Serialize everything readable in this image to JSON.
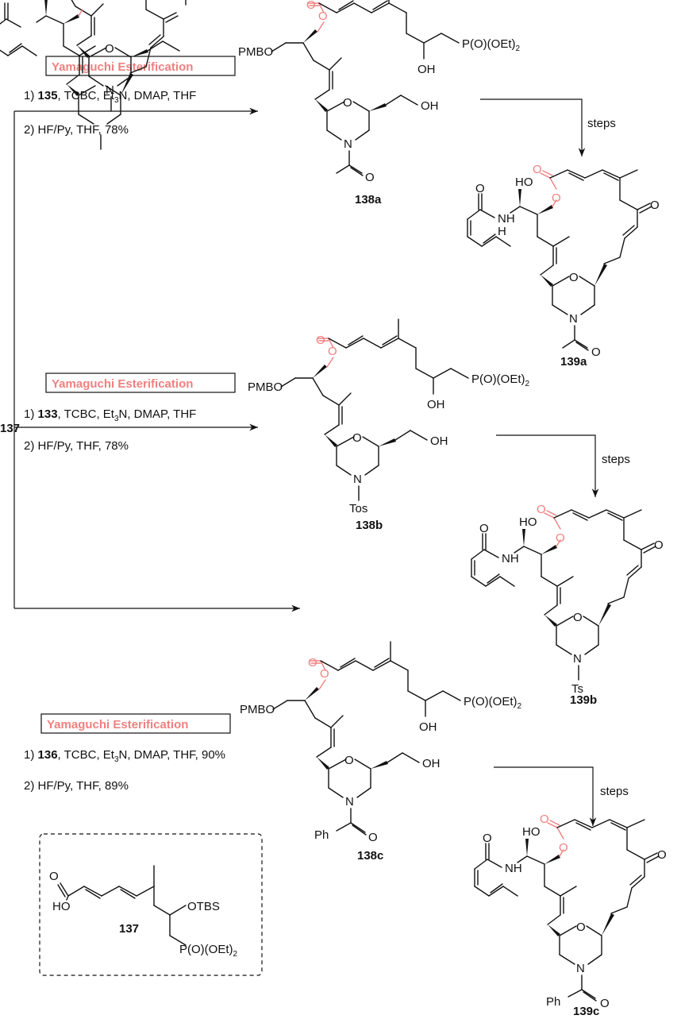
{
  "start_label": "137",
  "reagent_box": {
    "title": "Yamaguchi Esterification"
  },
  "routes": [
    {
      "step1_pre": "1) ",
      "reagent": "135",
      "step1_post": ", TCBC, Et",
      "step1_tail": "N, DMAP,  THF",
      "step2": "2) HF/Py,  THF,  78%",
      "intermediate": "138a",
      "steps_label": "steps",
      "product": "139a",
      "n_sub": "",
      "n_sub_product": ""
    },
    {
      "step1_pre": "1) ",
      "reagent": "133",
      "step1_post": ", TCBC, Et",
      "step1_tail": "N, DMAP,  THF",
      "step2": "2) HF/Py,  THF,  78%",
      "intermediate": "138b",
      "steps_label": "steps",
      "product": "139b",
      "n_sub": "Tos",
      "n_sub_product": "Ts"
    },
    {
      "step1_pre": "1) ",
      "reagent": "136",
      "step1_post": ", TCBC, Et",
      "step1_tail": "N, DMAP,  THF,  90%",
      "step2": "2) HF/Py,  THF,  89%",
      "intermediate": "138c",
      "steps_label": "steps",
      "product": "139c",
      "n_sub": "",
      "n_sub_product": ""
    }
  ],
  "atoms": {
    "pmbo": "PMBO",
    "o": "O",
    "n": "N",
    "oh": "OH",
    "ho": "HO",
    "nh": "NH",
    "h": "H",
    "ph": "Ph",
    "phosphonate": "P(O)(OEt)",
    "sub2": "2",
    "sub3": "3",
    "otbs": "OTBS"
  },
  "inset": {
    "label": "137"
  },
  "colors": {
    "highlight": "#f08080",
    "ink": "#111111"
  }
}
